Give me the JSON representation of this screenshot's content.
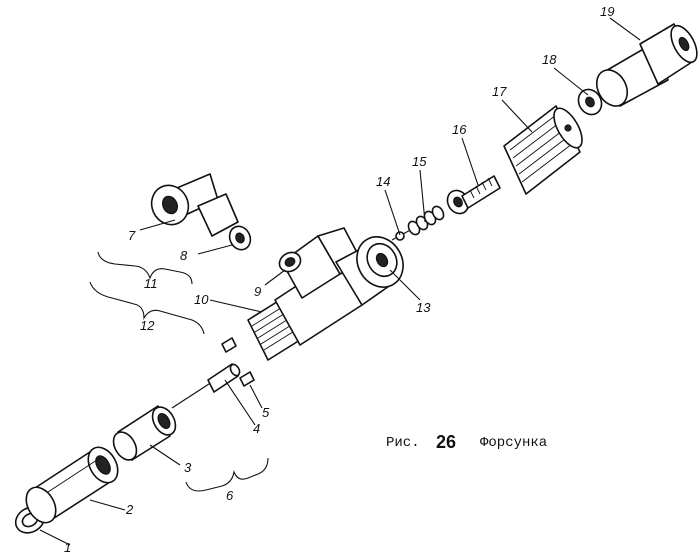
{
  "caption": {
    "prefix": "Рис.",
    "number": "26",
    "title": "Форсунка"
  },
  "labels": {
    "l1": "1",
    "l2": "2",
    "l3": "3",
    "l4": "4",
    "l5": "5",
    "l6": "6",
    "l7": "7",
    "l8": "8",
    "l9": "9",
    "l10": "10",
    "l11": "11",
    "l12": "12",
    "l13": "13",
    "l14": "14",
    "l15": "15",
    "l16": "16",
    "l17": "17",
    "l18": "18",
    "l19": "19"
  }
}
